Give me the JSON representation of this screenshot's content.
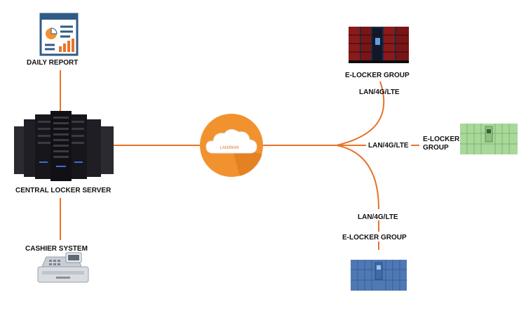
{
  "colors": {
    "connector": "#e8732a",
    "cloud_orange": "#f2922e",
    "server_dark": "#1b1b1f",
    "locker_red_black": "#8b1a1a",
    "locker_green": "#a9d89a",
    "locker_blue": "#4f79b4",
    "report_blue": "#2f5b86"
  },
  "nodes": {
    "daily_report": {
      "label": "DAILY REPORT",
      "icon": "report-document-icon"
    },
    "central_server": {
      "label": "CENTRAL LOCKER SERVER",
      "icon": "server-rack-icon"
    },
    "cashier": {
      "label": "CASHIER SYSTEM",
      "icon": "cash-register-icon"
    },
    "cloud": {
      "label": "LAN/WAN",
      "icon": "cloud-icon"
    },
    "locker_top": {
      "label": "E-LOCKER GROUP",
      "link_label": "LAN/4G/LTE",
      "icon": "red-locker-icon"
    },
    "locker_right": {
      "label_line1": "E-LOCKER",
      "label_line2": "GROUP",
      "link_label": "LAN/4G/LTE",
      "icon": "green-locker-icon"
    },
    "locker_bottom": {
      "label": "E-LOCKER GROUP",
      "link_label": "LAN/4G/LTE",
      "icon": "blue-locker-icon"
    }
  }
}
